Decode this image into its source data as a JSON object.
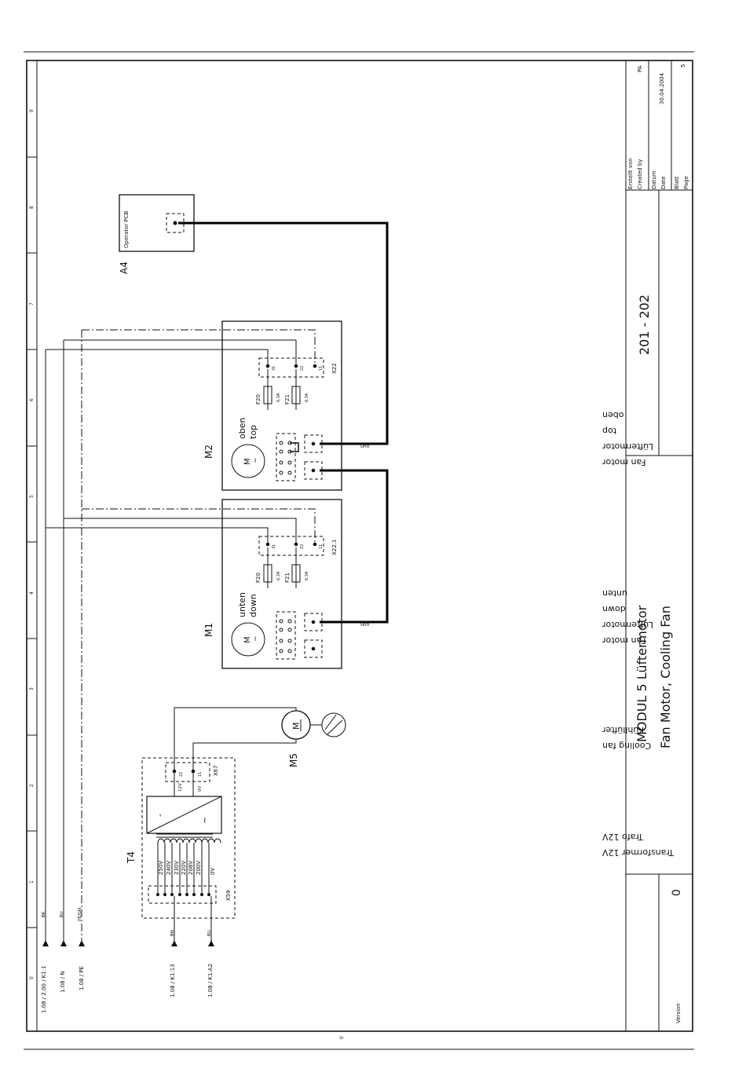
{
  "title_block": {
    "title_de": "MODUL 5 Lüftermotor",
    "title_en": "Fan Motor, Cooling Fan",
    "drawing_no": "201 - 202",
    "version_label": "Version",
    "version_value": "0",
    "created_by_de": "Erstellt von",
    "created_by_en": "Created by",
    "created_by_value": "PA",
    "date_de": "Datum",
    "date_en": "Date",
    "date_value": "30.04.2004",
    "page_de": "Blatt",
    "page_en": "Page",
    "page_value": "5"
  },
  "ruler": [
    "0",
    "1",
    "2",
    "3",
    "4",
    "5",
    "6",
    "7",
    "8",
    "9"
  ],
  "footer_mark": "0",
  "left_connections": {
    "k1": "1.08 / 2.00 / K1:1",
    "n": "1.08 / N",
    "pe": "1.08 / PE",
    "k1_13": "1.08 / K1:13",
    "k1_a2": "1.08 / K1:A2"
  },
  "wire_colors": {
    "bk": "BK",
    "bu": "BU",
    "yegn": "YE/GN",
    "bn": "BN",
    "bu2": "BU"
  },
  "components": {
    "a4": {
      "ref": "A4",
      "name": "Operator PCB"
    },
    "m2": {
      "ref": "M2",
      "label_de": "oben",
      "label_en": "top",
      "connector": "X22",
      "plug": "RJ45"
    },
    "m1": {
      "ref": "M1",
      "label_de": "unten",
      "label_en": "down",
      "connector": "X22.1",
      "plug": "RJ45"
    },
    "fuses": {
      "f20": "F20",
      "f21": "F21",
      "rating": "6.3A"
    },
    "terminals": {
      "t31": "31",
      "t22": "22",
      "t11": "11"
    },
    "motor": {
      "letter": "M",
      "tilde": "~"
    },
    "m5": {
      "ref": "M5",
      "letter": "M"
    },
    "t4": {
      "ref": "T4",
      "taps": [
        "250V",
        "240V",
        "230V",
        "220V",
        "208V",
        "200V",
        "0V"
      ],
      "connector": "X59",
      "out_connector": "X67",
      "out_12v": "12V",
      "out_0v": "0V",
      "pins_x67": [
        "22",
        "11"
      ],
      "tilde": "~",
      "dash": "-"
    }
  },
  "descriptions": {
    "top_fan": [
      "oben",
      "top",
      "Lüftermotor",
      "Fan motor"
    ],
    "down_fan": [
      "unten",
      "down",
      "Lüftermotor",
      "Fan motor"
    ],
    "cooling": [
      "Kühllüfter",
      "Cooling fan"
    ],
    "trafo": [
      "Trafo 12V",
      "Transformer 12V"
    ]
  }
}
